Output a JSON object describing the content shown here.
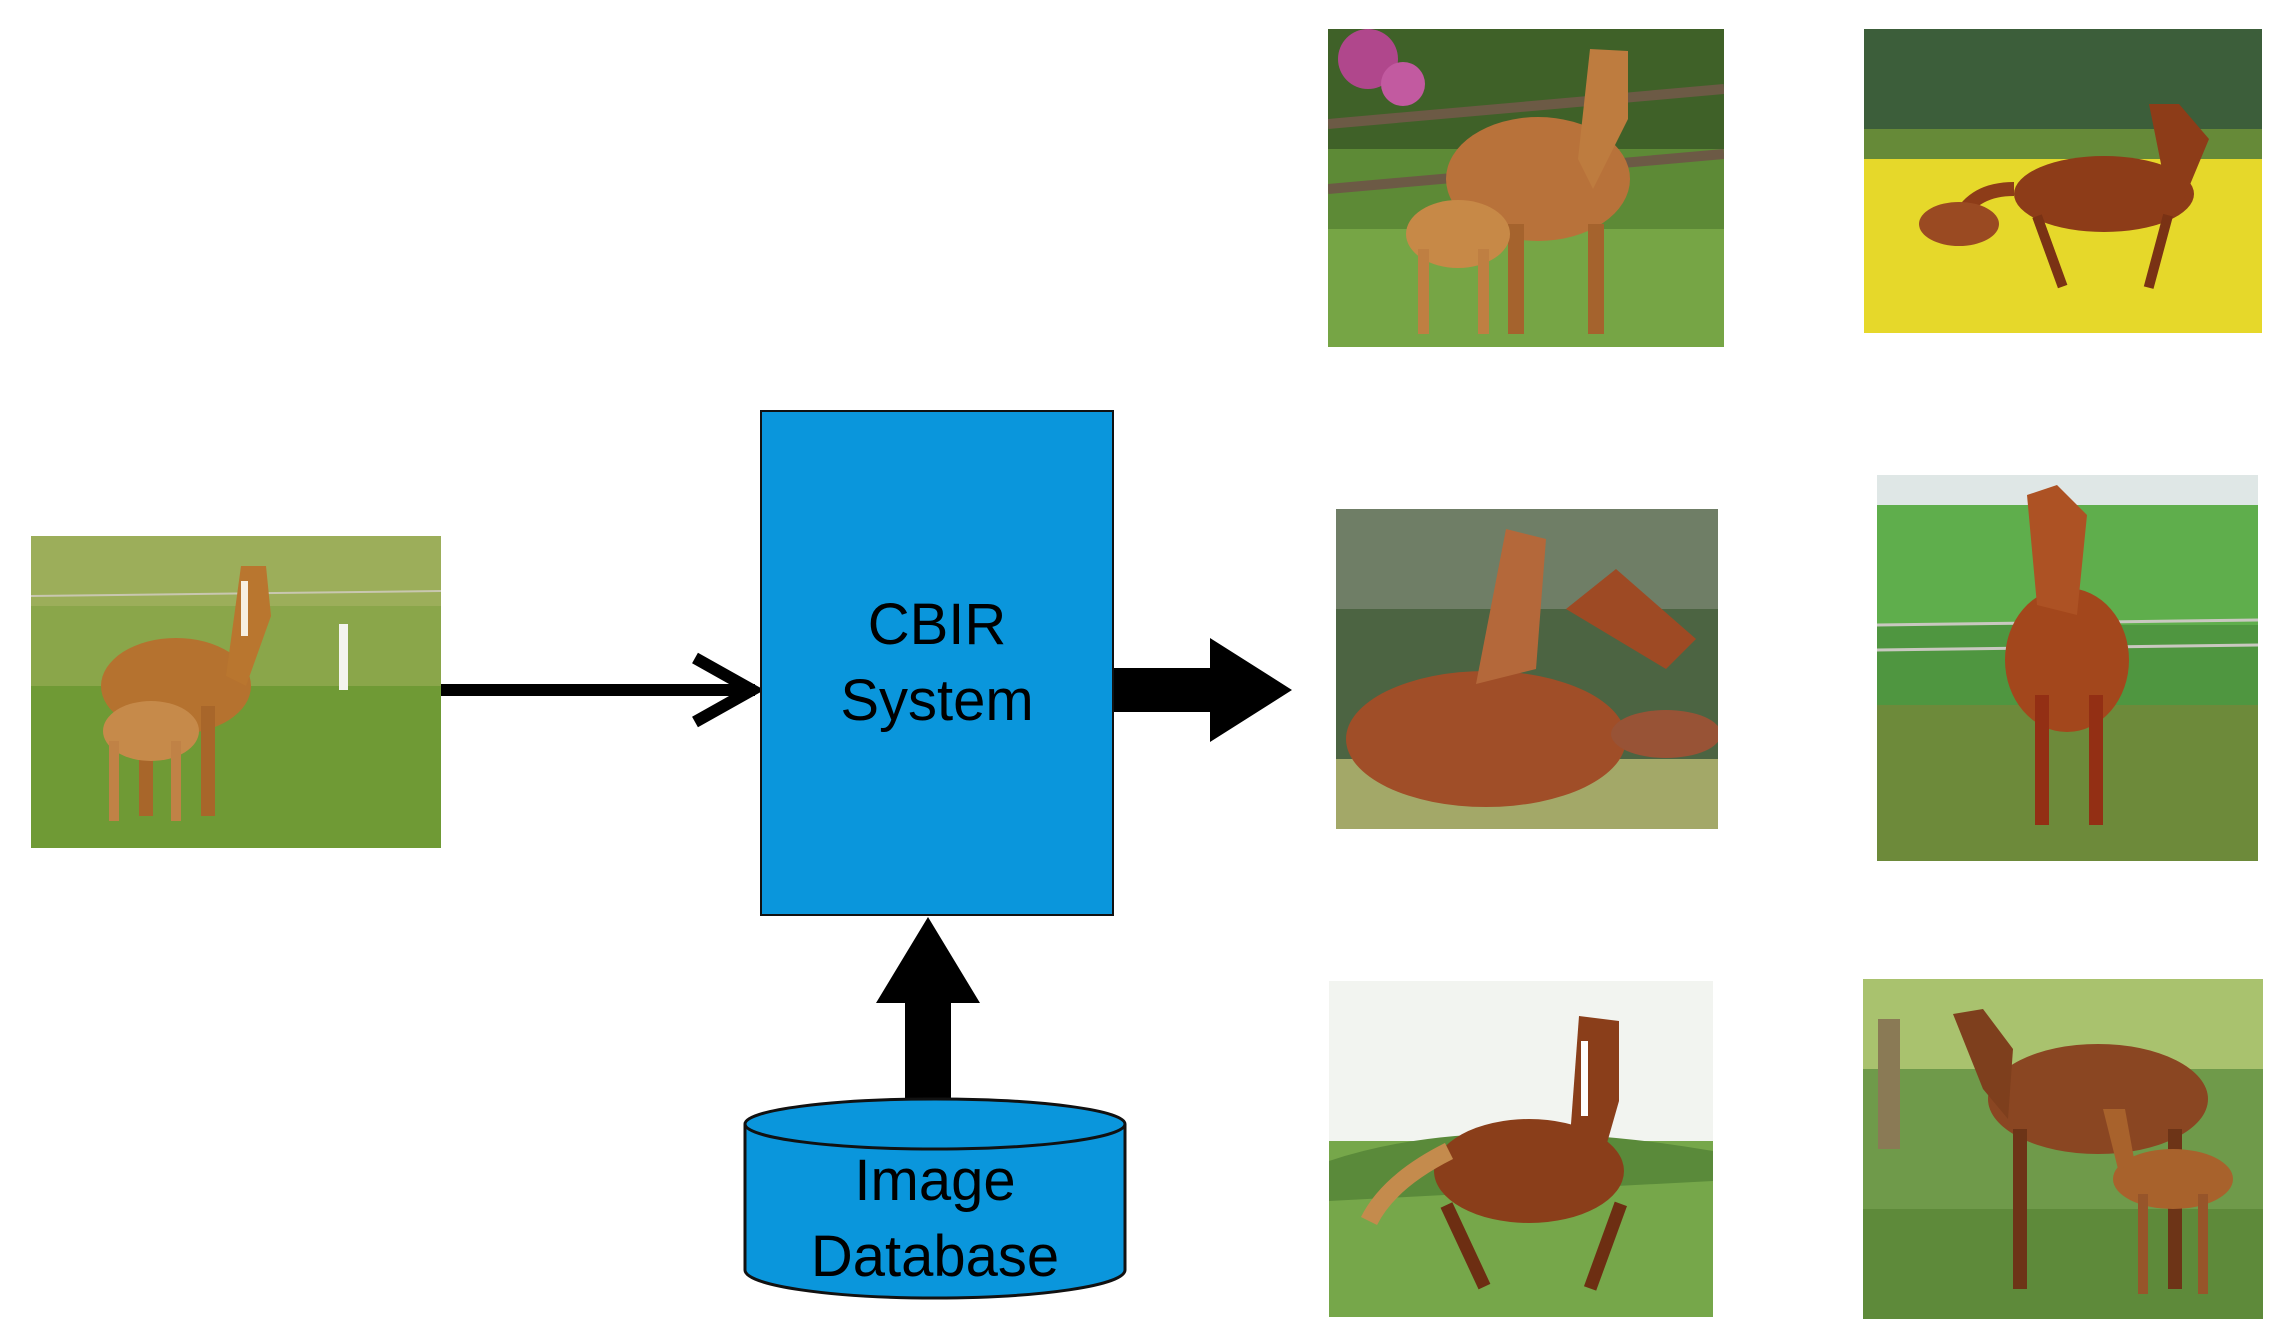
{
  "system_box": {
    "line1": "CBIR",
    "line2": "System"
  },
  "database": {
    "line1": "Image",
    "line2": "Database"
  },
  "colors": {
    "box_fill": "#0a96dc",
    "arrow": "#000000",
    "outline": "#111111"
  },
  "images": {
    "query": "query-horse-image",
    "results": [
      "result-image-1",
      "result-image-2",
      "result-image-3",
      "result-image-4",
      "result-image-5",
      "result-image-6"
    ]
  }
}
